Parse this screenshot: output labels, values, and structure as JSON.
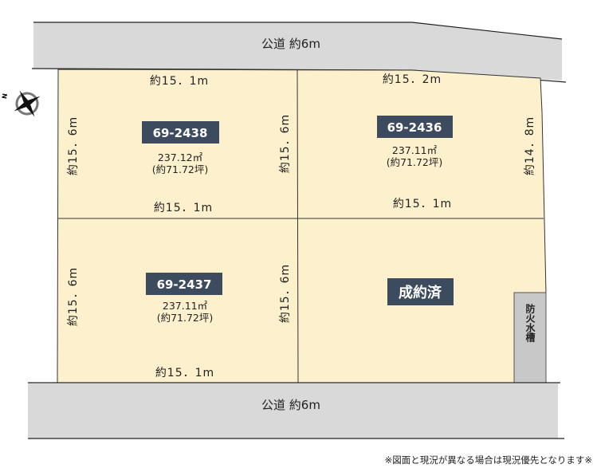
{
  "roads": {
    "top_label": "公道 約6m",
    "bottom_label": "公道 約6m"
  },
  "compass": {
    "label": "N",
    "icon": "compass-rose-icon"
  },
  "lots": [
    {
      "id": "69-2438",
      "area": "237.12㎡",
      "tsubo": "(約71.72坪)",
      "top": "約15．1m",
      "bottom": "約15．1m",
      "left": "約15．6m",
      "right": "約15．6m"
    },
    {
      "id": "69-2436",
      "area": "237.11㎡",
      "tsubo": "(約71.72坪)",
      "top": "約15．2m",
      "bottom": "約15．1m",
      "right": "約14．8m"
    },
    {
      "id": "69-2437",
      "area": "237.11㎡",
      "tsubo": "(約71.72坪)",
      "bottom": "約15．1m",
      "left": "約15．6m",
      "right": "約15．6m"
    },
    {
      "id": "成約済"
    }
  ],
  "fire_tank": "防火水槽",
  "note": "※図面と現況が異なる場合は現況優先となります※",
  "colors": {
    "lot": "#fdf0cc",
    "road": "#d9d9d9",
    "label_bg": "#3d4b5e",
    "tank": "#c8c8c8"
  }
}
